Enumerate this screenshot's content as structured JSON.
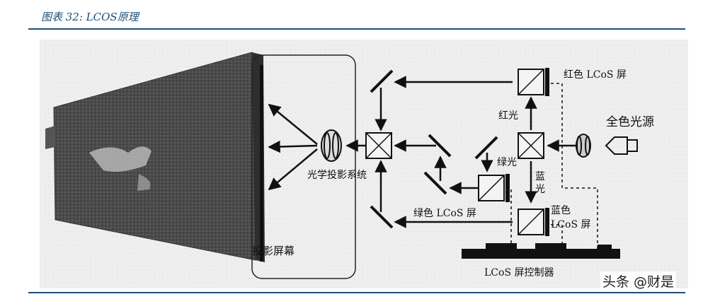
{
  "caption": "图表 32: LCOS原理",
  "labels": {
    "red_screen": "红色 LCoS 屏",
    "full_light": "全色光源",
    "red_light": "红光",
    "green_light": "绿光",
    "blue_light": "蓝光",
    "projection_system": "光学投影系统",
    "green_screen": "绿色 LCoS 屏",
    "blue_screen_line1": "蓝色",
    "blue_screen_line2": "LCoS 屏",
    "projection_screen": "投影屏幕",
    "controller": "LCoS 屏控制器"
  },
  "watermark": "头条 @财是"
}
